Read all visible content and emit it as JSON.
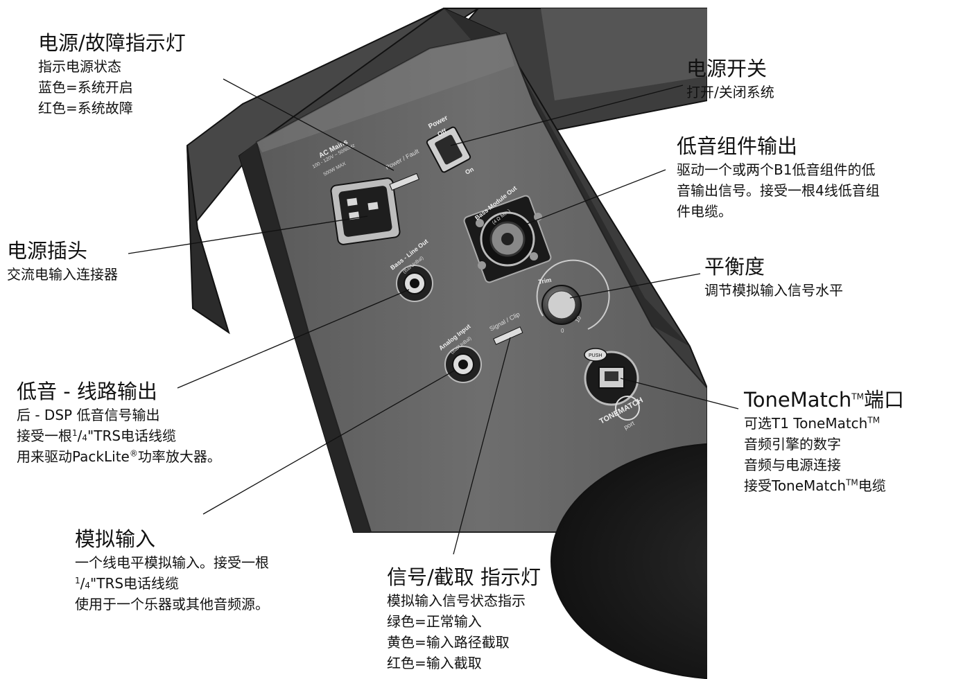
{
  "callouts": {
    "power_fault": {
      "title": "电源/故障指示灯",
      "lines": [
        "指示电源状态",
        "蓝色=系统开启",
        "红色=系统故障"
      ]
    },
    "power_switch": {
      "title": "电源开关",
      "lines": [
        "打开/关闭系统"
      ]
    },
    "bass_module_out": {
      "title": "低音组件输出",
      "lines": [
        "驱动一个或两个B1低音组件的低",
        "音输出信号。接受一根4线低音组",
        "件电缆。"
      ]
    },
    "power_plug": {
      "title": "电源插头",
      "lines": [
        "交流电输入连接器"
      ]
    },
    "trim": {
      "title": "平衡度",
      "lines": [
        "调节模拟输入信号水平"
      ]
    },
    "bass_line_out": {
      "title": "低音 - 线路输出",
      "line1": "后 - DSP 低音信号输出",
      "line2_prefix": "接受一根",
      "frac_num": "1",
      "frac_den": "4",
      "line2_suffix": "\"TRS电话线缆",
      "line3_prefix": "用来驱动PackLite",
      "line3_reg": "®",
      "line3_suffix": "功率放大器。"
    },
    "tonematch_port": {
      "title_prefix": "ToneMatch",
      "title_tm": "TM",
      "title_suffix": "端口",
      "line1_prefix": "可选T1 ToneMatch",
      "line1_tm": "TM",
      "line2": "音频引擎的数字",
      "line3": "音频与电源连接",
      "line4_prefix": "接受ToneMatch",
      "line4_tm": "TM",
      "line4_suffix": "电缆"
    },
    "analog_input": {
      "title": "模拟输入",
      "line1": "一个线电平模拟输入。接受一根",
      "frac_num": "1",
      "frac_den": "4",
      "line2_suffix": "\"TRS电话线缆",
      "line3": "使用于一个乐器或其他音频源。"
    },
    "signal_clip": {
      "title": "信号/截取 指示灯",
      "lines": [
        "模拟输入信号状态指示",
        "绿色=正常输入",
        "黄色=输入路径截取",
        "红色=输入截取"
      ]
    }
  },
  "panel_labels": {
    "ac_mains": "AC Mains",
    "ac_mains_spec1": "100 - 120V ~ 50/60Hz",
    "ac_mains_spec2": "500W MAX",
    "power_fault": "Power / Fault",
    "power": "Power",
    "off": "Off",
    "on": "On",
    "bass_module_out": "Bass Module Out",
    "bass_module_ohm": "(4 Ω Min.)",
    "bass_line_out": "Bass - Line Out",
    "bal_unbal": "(Bal/UnBal)",
    "analog_input": "Analog Input",
    "signal_clip": "Signal / Clip",
    "trim": "Trim",
    "trim_min": "0",
    "trim_max": "10",
    "push": "PUSH",
    "tonematch_logo": "TONEMATCH",
    "port": "port"
  }
}
